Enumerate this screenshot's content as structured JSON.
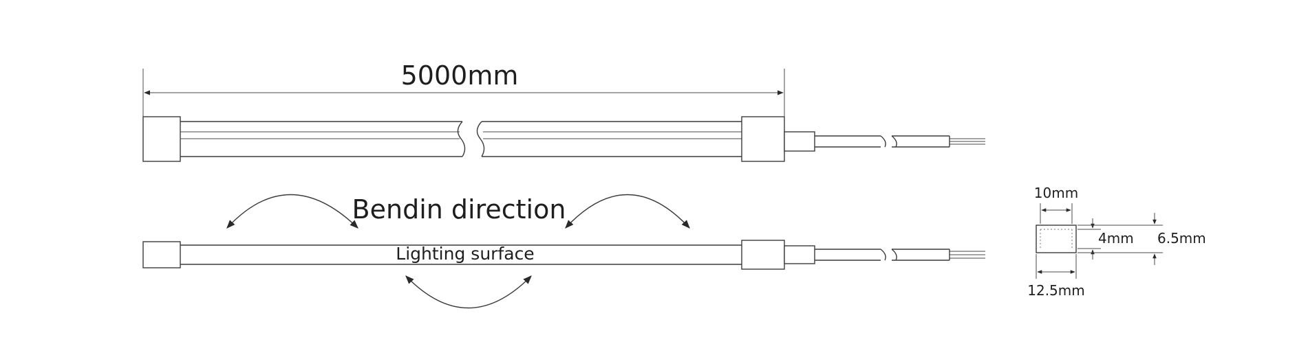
{
  "labels": {
    "length": "5000mm",
    "bend_direction": "Bendin direction",
    "lighting_surface": "Lighting surface",
    "width_top": "10mm",
    "width_bottom": "12.5mm",
    "inner_height": "4mm",
    "outer_height": "6.5mm"
  },
  "colors": {
    "line": "#3a3a3a",
    "text": "#1e1e1e",
    "background": "#ffffff"
  }
}
